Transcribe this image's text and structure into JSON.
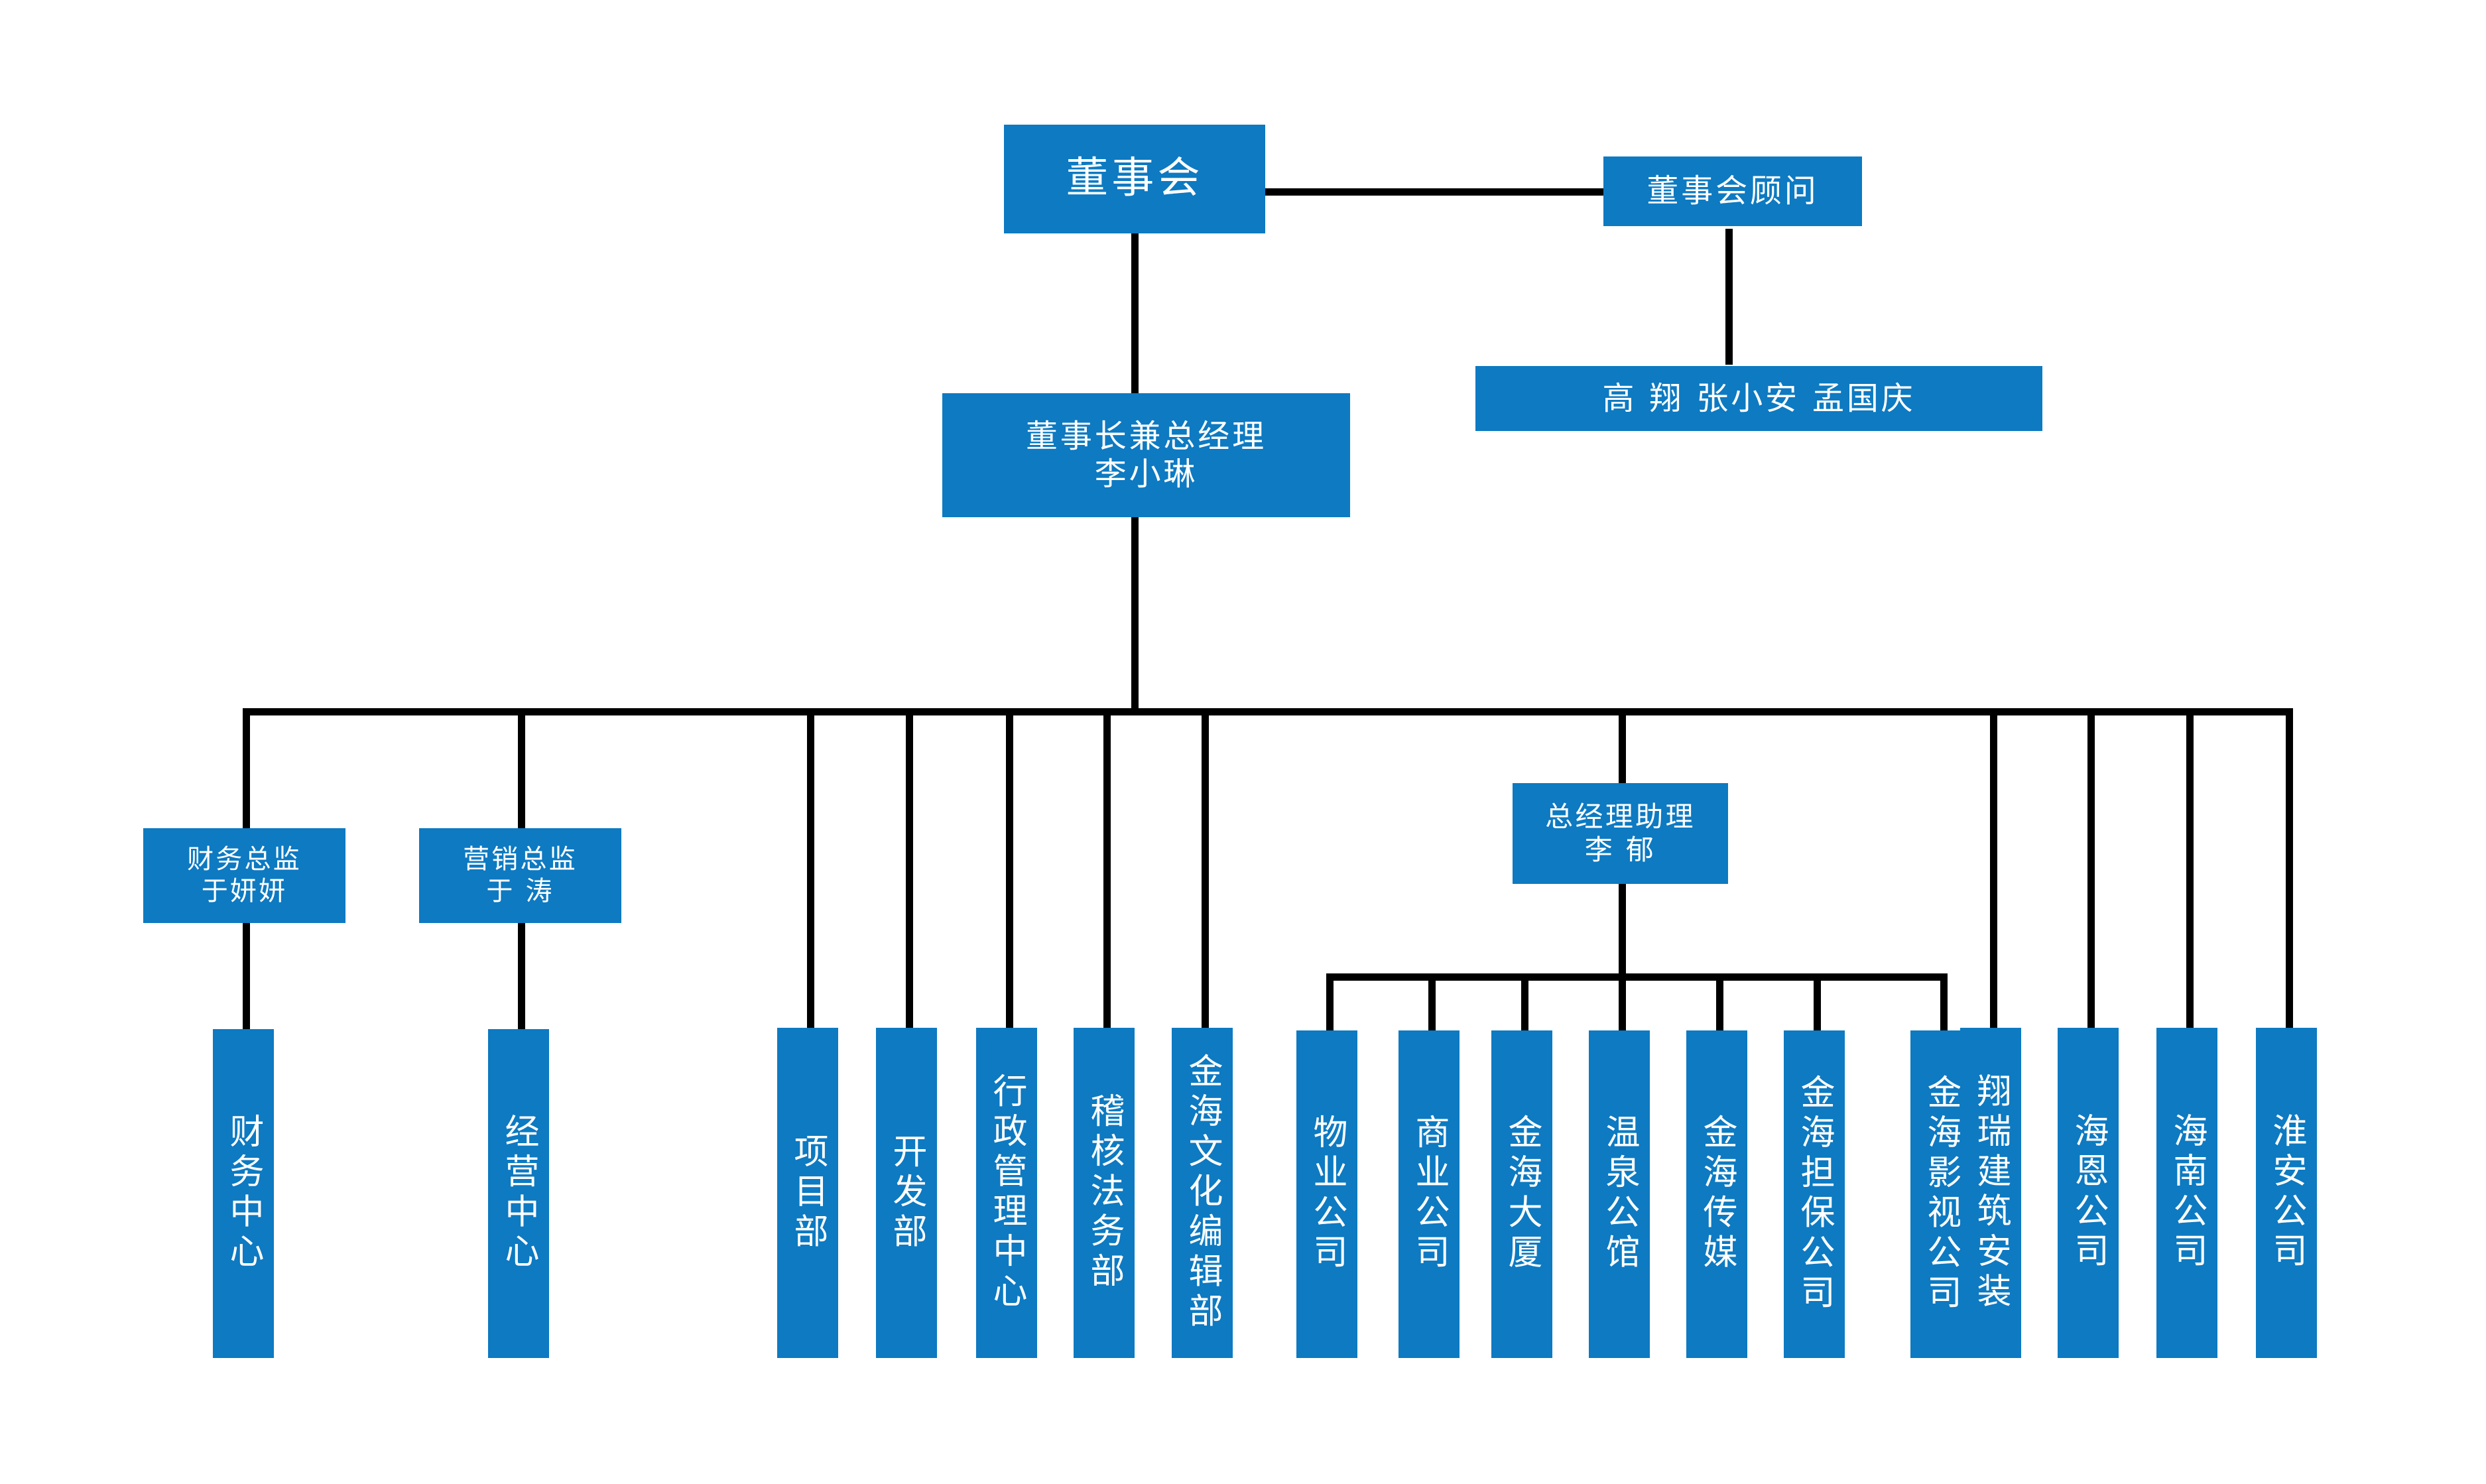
{
  "theme": {
    "box_fill": "#0d7ac2",
    "box_text": "#ffffff",
    "line_color": "#000000",
    "canvas_background": "#ffffff"
  },
  "org": {
    "board": {
      "label": "董事会"
    },
    "board_advisor": {
      "label": "董事会顾问"
    },
    "advisor_members": {
      "label": "高  翔   张小安   孟国庆"
    },
    "chairman": {
      "title": "董事长兼总经理",
      "name": "李小琳"
    },
    "directors": [
      {
        "title": "财务总监",
        "name": "于妍妍"
      },
      {
        "title": "营销总监",
        "name": "于  涛"
      }
    ],
    "director_units": [
      {
        "label": "财务中心"
      },
      {
        "label": "经营中心"
      }
    ],
    "departments": [
      {
        "label": "项目部"
      },
      {
        "label": "开发部"
      },
      {
        "label": "行政管理中心"
      },
      {
        "label": "稽核法务部"
      },
      {
        "label": "金海文化编辑部"
      }
    ],
    "assistant_gm": {
      "title": "总经理助理",
      "name": "李  郁"
    },
    "assistant_gm_units": [
      {
        "label": "物业公司"
      },
      {
        "label": "商业公司"
      },
      {
        "label": "金海大厦"
      },
      {
        "label": "温泉公馆"
      },
      {
        "label": "金海传媒"
      },
      {
        "label": "金海担保公司"
      },
      {
        "label": "金海影视公司"
      }
    ],
    "subsidiaries": [
      {
        "label": "翔瑞建筑安装"
      },
      {
        "label": "海恩公司"
      },
      {
        "label": "海南公司"
      },
      {
        "label": "淮安公司"
      }
    ]
  }
}
